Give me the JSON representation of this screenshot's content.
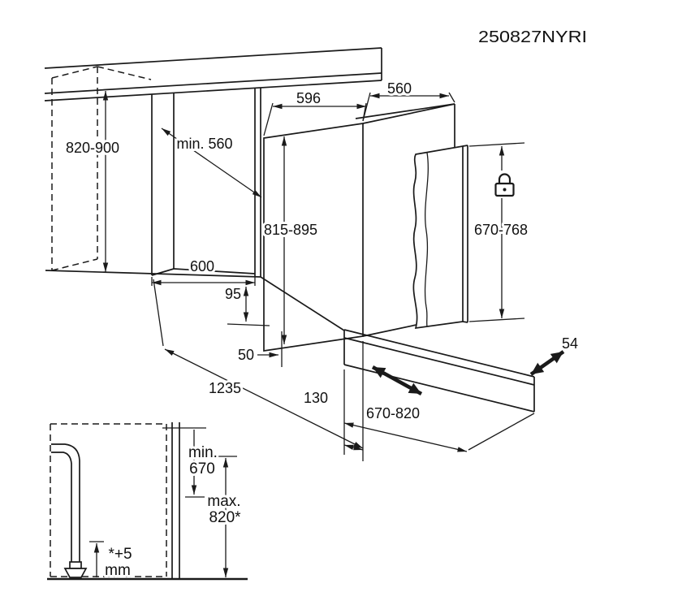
{
  "page": {
    "background": "#ffffff",
    "line_color": "#1a1a1a"
  },
  "header": {
    "code": "250827NYRI"
  },
  "diagram": {
    "labels": {
      "niche_height": "820-900",
      "niche_depth": "min. 560",
      "niche_width": "600",
      "appliance_width": "596",
      "appliance_depth": "560",
      "appliance_height": "815-895",
      "door_panel_height": "670-768",
      "base_height": "95",
      "recess": "50",
      "total_depth": "1235",
      "plinth_offset": "130",
      "plinth_length": "670-820",
      "plinth_thickness": "54"
    },
    "icons": {
      "lock": "padlock"
    }
  },
  "inset": {
    "labels": {
      "min_prefix": "min.",
      "min_value": "670",
      "max_prefix": "max.",
      "max_value": "820*",
      "footnote": "*+5",
      "footnote_unit": "mm"
    }
  }
}
